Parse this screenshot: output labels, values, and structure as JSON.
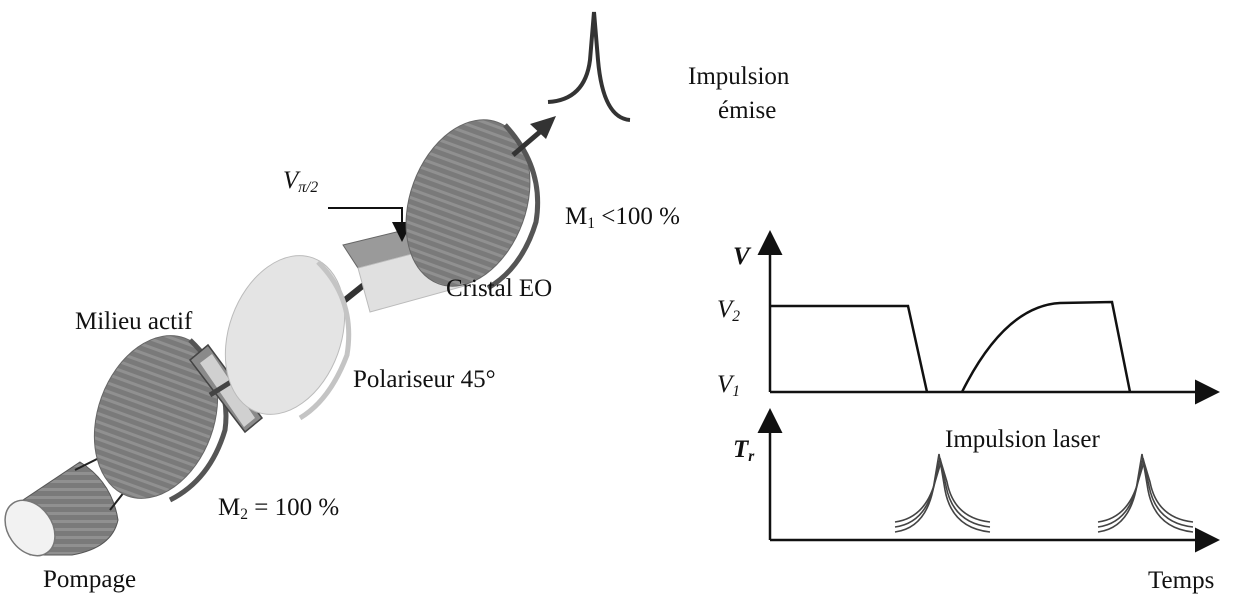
{
  "labels": {
    "impulsion_emise_1": "Impulsion",
    "impulsion_emise_2": "émise",
    "v_pi_base": "V",
    "v_pi_sub": "π/2",
    "m1_base": "M",
    "m1_sub": "1",
    "m1_rest": " <100 %",
    "cristal": "Cristal EO",
    "milieu": "Milieu actif",
    "polariseur": "Polariseur 45°",
    "m2_base": "M",
    "m2_sub": "2",
    "m2_rest": " = 100 %",
    "pompage": "Pompage",
    "axis_v": "V",
    "v2_base": "V",
    "v2_sub": "2",
    "v1_base": "V",
    "v1_sub": "1",
    "axis_t_base": "T",
    "axis_t_sub": "r",
    "impulsion_laser": "Impulsion laser",
    "temps": "Temps"
  },
  "colors": {
    "ink": "#111111",
    "mirror_fill": "#7a7a7a",
    "polarizer_fill": "#e6e6e6",
    "crystal_fill": "#9a9a9a"
  },
  "icons": [
    "arrow-icon",
    "pulse-icon"
  ]
}
